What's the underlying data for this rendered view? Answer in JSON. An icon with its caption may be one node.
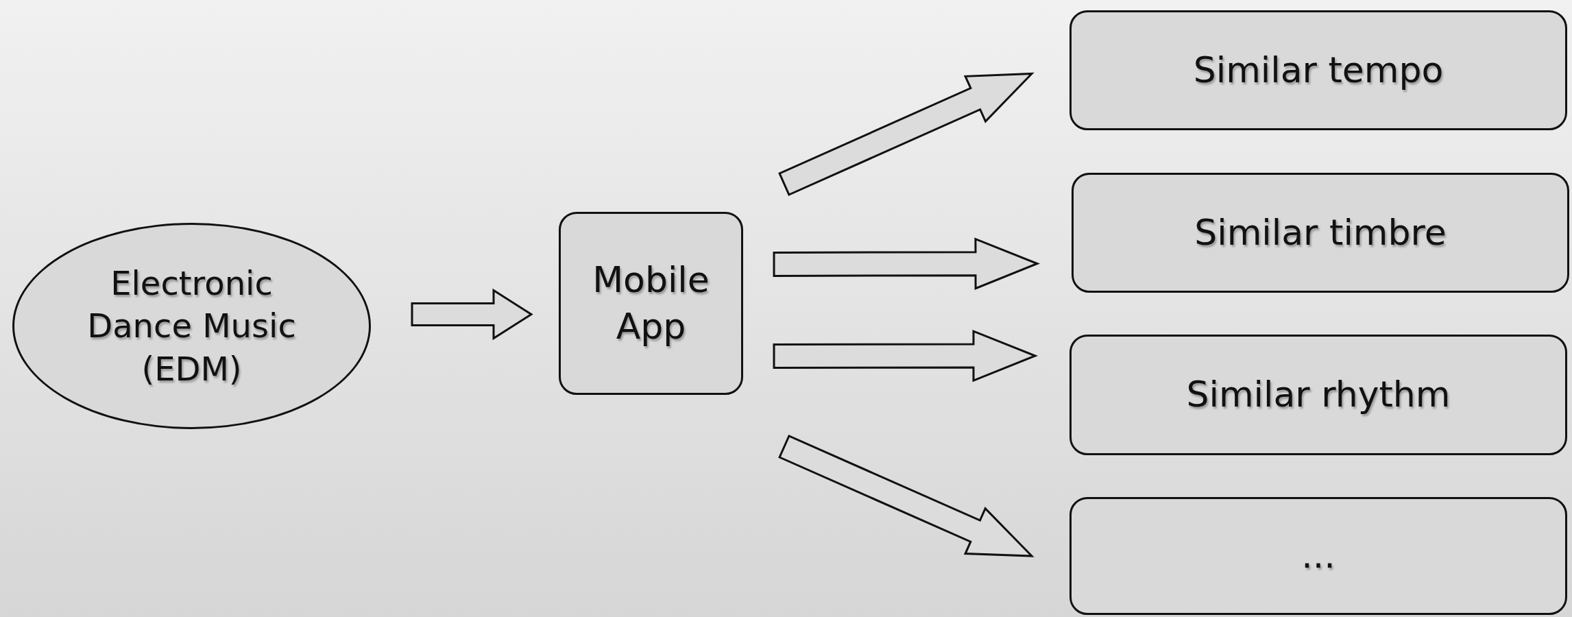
{
  "diagram": {
    "nodes": [
      {
        "text": [
          "Electronic Dance Music (EDM)"
        ]
      },
      {
        "text": [
          "Mobile App"
        ]
      },
      {
        "text": [
          "Similar tempo"
        ]
      },
      {
        "text": [
          "Similar timbre"
        ]
      },
      {
        "text": [
          "Similar rhythm"
        ]
      },
      {
        "text": [
          "..."
        ]
      }
    ],
    "edges": [
      {
        "from": 0,
        "to": 1,
        "arrow": "to"
      },
      {
        "from": 1,
        "to": 2,
        "arrow": "to"
      },
      {
        "from": 1,
        "to": 3,
        "arrow": "to"
      },
      {
        "from": 1,
        "to": 4,
        "arrow": "to"
      },
      {
        "from": 1,
        "to": 5,
        "arrow": "to"
      }
    ]
  }
}
